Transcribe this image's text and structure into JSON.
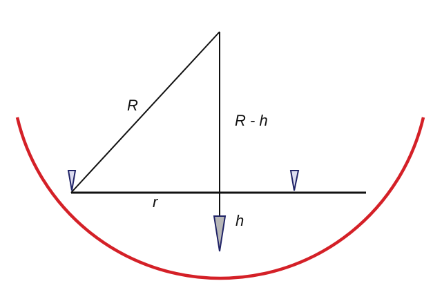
{
  "labels": {
    "radius": "R",
    "r_minus_h": "R - h",
    "half_chord": "r",
    "height": "h"
  },
  "colors": {
    "circle_arc": "#d42027",
    "lines": "#111111",
    "marker_fill_light": "#dcdcf0",
    "marker_fill_gray": "#b7b7b7",
    "marker_stroke": "#1f2266"
  },
  "markers": [
    {
      "name": "left-chord-end-marker",
      "shape": "triangle-down"
    },
    {
      "name": "right-chord-marker",
      "shape": "triangle-down"
    },
    {
      "name": "height-marker",
      "shape": "triangle-down"
    }
  ]
}
